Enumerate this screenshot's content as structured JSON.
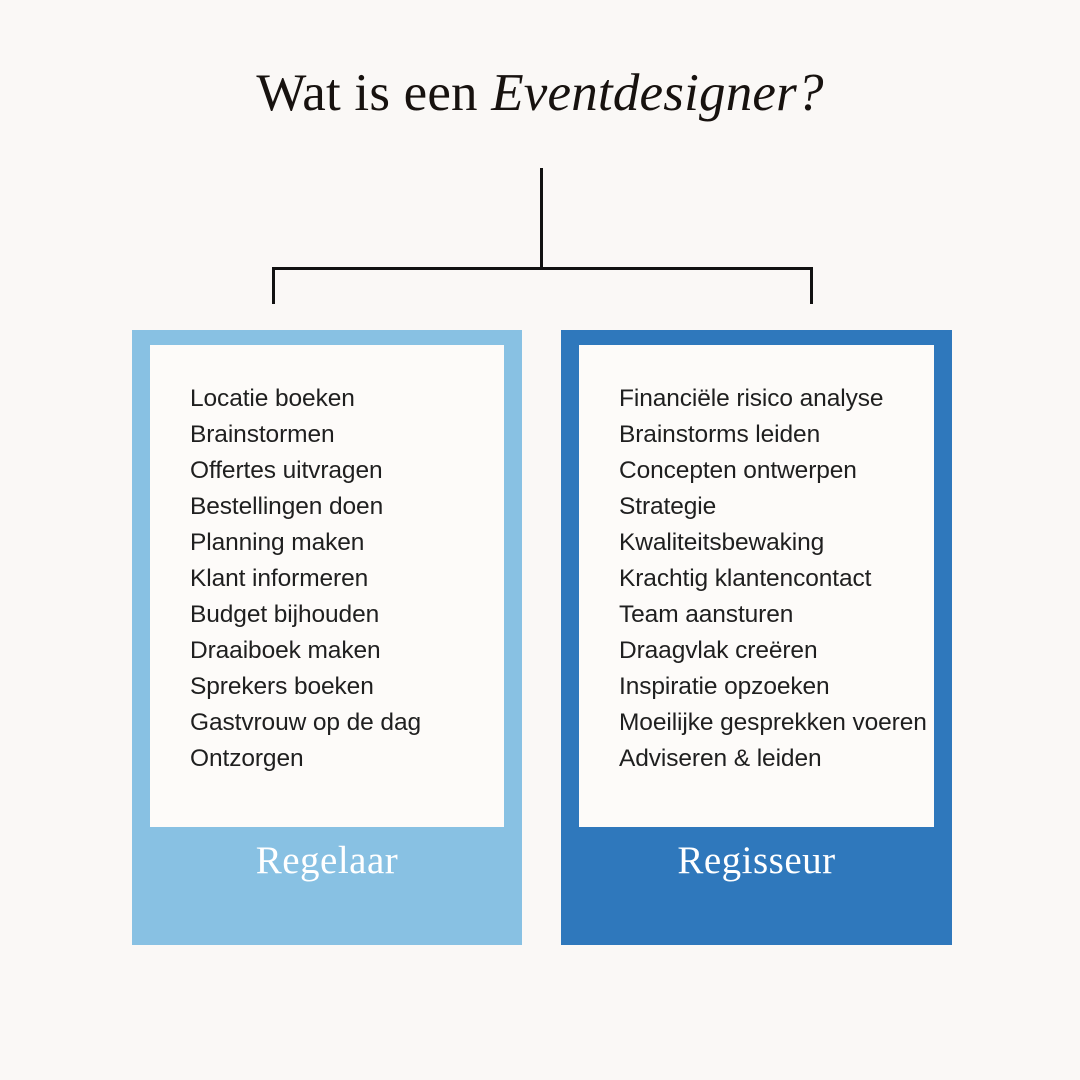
{
  "page": {
    "background_color": "#faf8f6",
    "title_plain": "Wat is een ",
    "title_emphasis": "Eventdesigner?"
  },
  "connector": {
    "color": "#111111"
  },
  "cards": [
    {
      "id": "regelaar",
      "label": "Regelaar",
      "accent_color": "#88c1e3",
      "panel_color": "#fdfbf9",
      "label_color": "#ffffff",
      "items": [
        "Locatie boeken",
        "Brainstormen",
        "Offertes uitvragen",
        "Bestellingen doen",
        "Planning maken",
        "Klant informeren",
        "Budget bijhouden",
        "Draaiboek maken",
        "Sprekers boeken",
        "Gastvrouw op de dag",
        "Ontzorgen"
      ]
    },
    {
      "id": "regisseur",
      "label": "Regisseur",
      "accent_color": "#2f78bc",
      "panel_color": "#fdfbf9",
      "label_color": "#ffffff",
      "items": [
        "Financiële risico analyse",
        "Brainstorms leiden",
        "Concepten ontwerpen",
        "Strategie",
        "Kwaliteitsbewaking",
        "Krachtig klantencontact",
        "Team aansturen",
        "Draagvlak creëren",
        "Inspiratie opzoeken",
        "Moeilijke gesprekken voeren",
        "Adviseren & leiden"
      ]
    }
  ]
}
